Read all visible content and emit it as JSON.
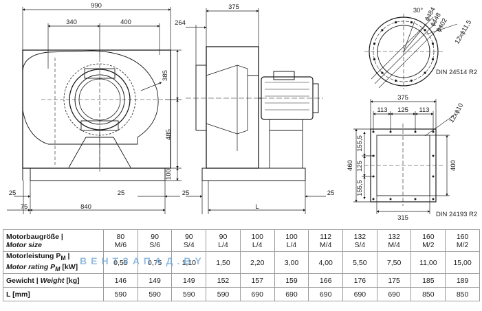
{
  "drawing": {
    "front": {
      "width": "990",
      "dim_left": "340",
      "dim_right": "400",
      "height_upper": "385",
      "height_lower": "485",
      "base_height": "100",
      "base_left": "25",
      "base_right": "25",
      "foot_offset": "75",
      "foot_span": "840"
    },
    "side": {
      "depth": "375",
      "inlet": "264",
      "base_left": "25",
      "base_right": "25",
      "length": "L"
    },
    "flange_round": {
      "angle": "30°",
      "d1": "ϕ484",
      "d2": "ϕ448",
      "d3": "ϕ402",
      "holes": "12xϕ11,5",
      "standard": "DIN 24514 R2"
    },
    "flange_square": {
      "top": "375",
      "seg1": "113",
      "seg2": "125",
      "seg3": "113",
      "holes": "12xϕ10",
      "left_outer": "460",
      "left1": "155,5",
      "left2": "125",
      "left3": "155,5",
      "right": "400",
      "bottom": "315",
      "standard": "DIN 24193 R2"
    }
  },
  "table": {
    "row1": {
      "label_de": "Motorbaugröße |",
      "label_en": "Motor size",
      "values": [
        [
          "80",
          "M/6"
        ],
        [
          "90",
          "S/6"
        ],
        [
          "90",
          "S/4"
        ],
        [
          "90",
          "L/4"
        ],
        [
          "100",
          "L/4"
        ],
        [
          "100",
          "L/4"
        ],
        [
          "112",
          "M/4"
        ],
        [
          "132",
          "S/4"
        ],
        [
          "132",
          "M/4"
        ],
        [
          "160",
          "M/2"
        ],
        [
          "160",
          "M/2"
        ]
      ]
    },
    "row2": {
      "label_de": "Motorleistung P",
      "label_de_sub": "M",
      "label_de_tail": " |",
      "label_en": "Motor rating P",
      "label_en_sub": "M",
      "label_en_tail": " [kW]",
      "values": [
        "0,55",
        "0,75",
        "1,10",
        "1,50",
        "2,20",
        "3,00",
        "4,00",
        "5,50",
        "7,50",
        "11,00",
        "15,00"
      ]
    },
    "row3": {
      "label_de": "Gewicht | ",
      "label_en": "Weight",
      "label_tail": " [kg]",
      "values": [
        "146",
        "149",
        "149",
        "152",
        "157",
        "159",
        "166",
        "176",
        "175",
        "185",
        "189"
      ]
    },
    "row4": {
      "label": "L [mm]",
      "values": [
        "590",
        "590",
        "590",
        "590",
        "690",
        "690",
        "690",
        "690",
        "690",
        "850",
        "850"
      ]
    }
  },
  "watermark": "ВЕНТЗАПАД.BY"
}
